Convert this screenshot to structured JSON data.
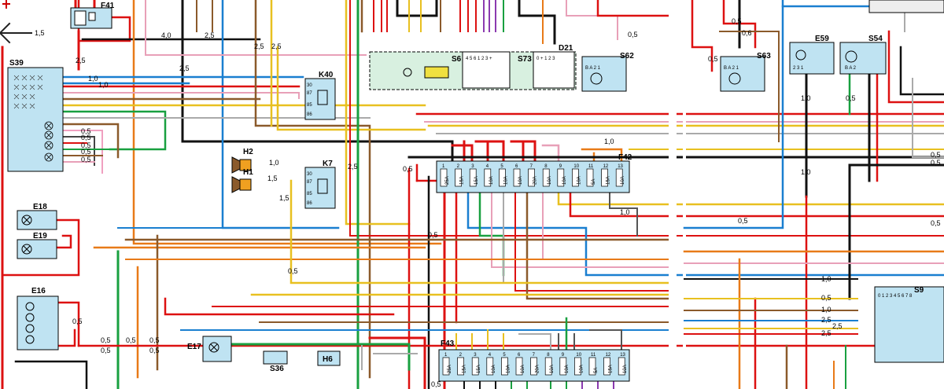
{
  "components": {
    "F41": "F41",
    "S39": "S39",
    "K40": "K40",
    "K7": "K7",
    "H2": "H2",
    "H1": "H1",
    "E18": "E18",
    "E19": "E19",
    "E16": "E16",
    "E17": "E17",
    "S36": "S36",
    "H6": "H6",
    "F42": "F42",
    "F43": "F43",
    "S6": "S6",
    "S73": "S73",
    "D21": "D21",
    "S62": "S62",
    "S63": "S63",
    "E59": "E59",
    "S54": "S54",
    "S9": "S9"
  },
  "wire_sizes": {
    "w1_5": "1,5",
    "w4_0": "4,0",
    "w2_5": "2,5",
    "w1_0": "1,0",
    "w0_5": "0,5",
    "w0_6": "0,6"
  },
  "fuse_numbers": [
    "1",
    "2",
    "3",
    "4",
    "5",
    "6",
    "7",
    "8",
    "9",
    "10",
    "11",
    "12",
    "13"
  ],
  "fuse_ratings_f42": [
    "25A",
    "15A",
    "15A",
    "10A",
    "10A",
    "10A",
    "20A",
    "10A",
    "10A",
    "10A",
    "5A",
    "15A",
    "10A"
  ],
  "fuse_ratings_f43": [
    "25A",
    "15A",
    "15A",
    "10A",
    "10A",
    "10A",
    "20A",
    "10A",
    "10A",
    "10A",
    "5A",
    "15A",
    "10A"
  ],
  "s9_pins": "0 1 2 3 4 5 6 7 8",
  "s73_header": "0 + 1 2 3",
  "s6_header": "4 5 6 1 2 3 +",
  "relay_pins": [
    "30",
    "87",
    "85",
    "86"
  ],
  "s62_pins": "B A 2 1",
  "s63_pins": "B A 2 1",
  "e59_pins": "2 3 1",
  "s54_pins": "B A 2"
}
